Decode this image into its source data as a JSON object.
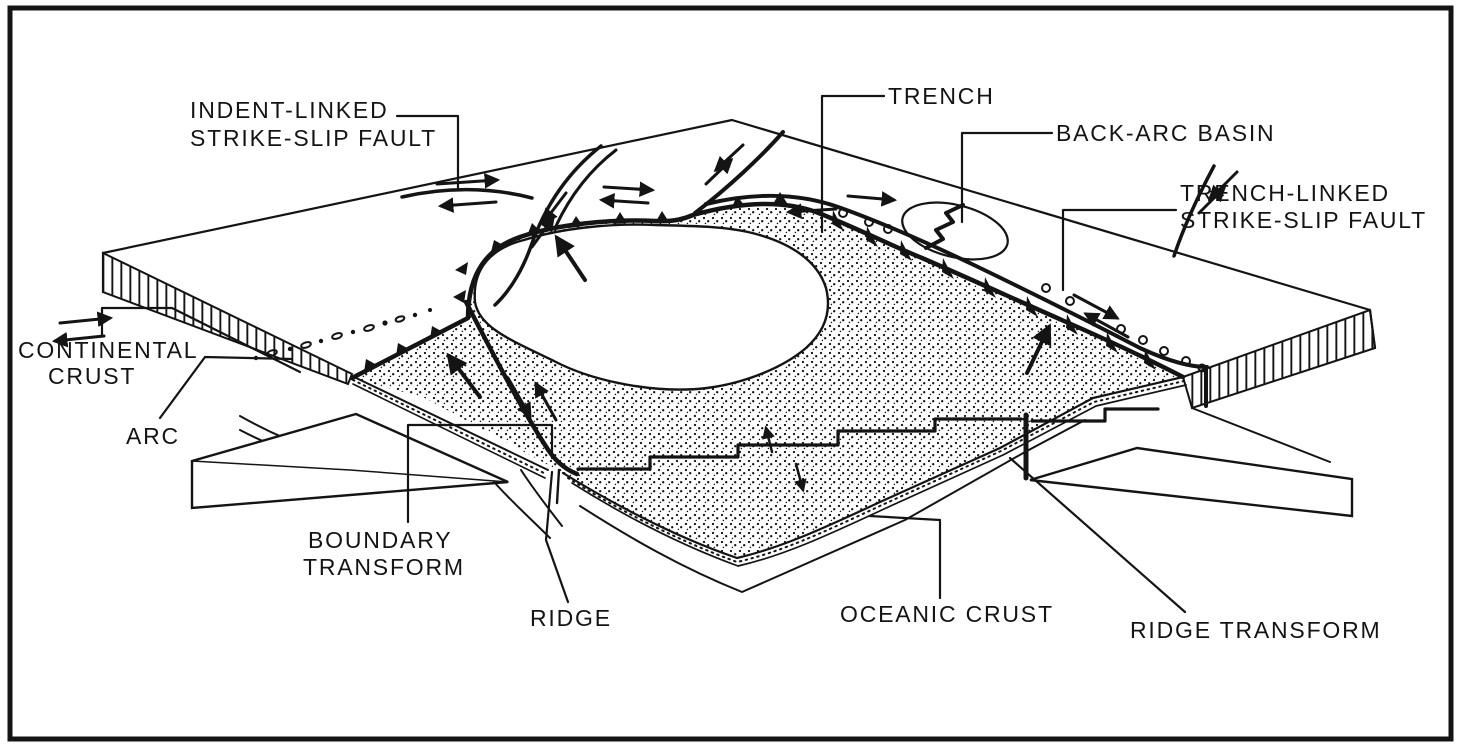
{
  "figure": {
    "kind": "plate-tectonics block diagram",
    "colors": {
      "ink": "#141414",
      "paper": "#ffffff"
    }
  },
  "labels": {
    "indent_linked_1": "INDENT-LINKED",
    "indent_linked_2": "STRIKE-SLIP FAULT",
    "trench": "TRENCH",
    "back_arc_basin": "BACK-ARC BASIN",
    "trench_linked_1": "TRENCH-LINKED",
    "trench_linked_2": "STRIKE-SLIP FAULT",
    "continental_1": "CONTINENTAL",
    "continental_2": "CRUST",
    "arc": "ARC",
    "boundary_1": "BOUNDARY",
    "boundary_2": "TRANSFORM",
    "ridge": "RIDGE",
    "oceanic_crust": "OCEANIC CRUST",
    "ridge_transform": "RIDGE TRANSFORM"
  }
}
